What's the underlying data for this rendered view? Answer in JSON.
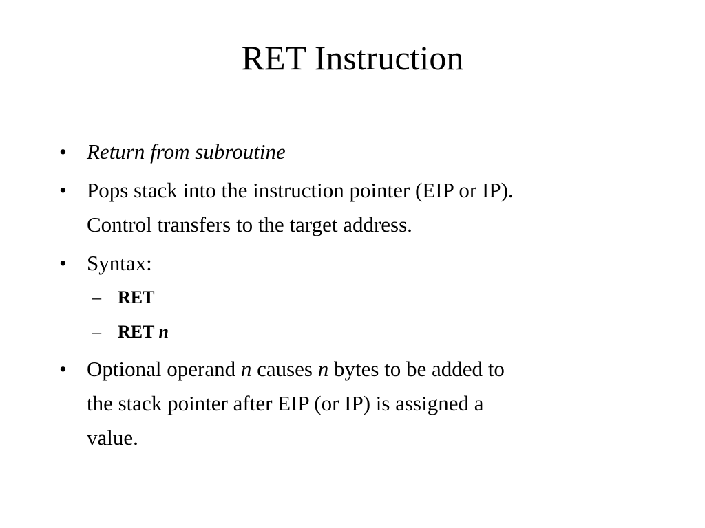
{
  "slide": {
    "title": "RET Instruction",
    "bullet_marker": "•",
    "sub_marker": "–",
    "bullets": [
      {
        "text": "Return from subroutine"
      },
      {
        "lines": [
          "Pops stack into the instruction pointer (EIP or IP).",
          "Control transfers to the target address."
        ]
      },
      {
        "text": "Syntax:",
        "sub": [
          {
            "text": "RET"
          },
          {
            "prefix": "RET ",
            "italic": "n"
          }
        ]
      },
      {
        "lines": [
          {
            "a": "Optional operand ",
            "n1": "n",
            "b": " causes ",
            "n2": "n",
            "c": " bytes to be added to"
          },
          "the stack pointer after EIP (or IP) is assigned a",
          "value."
        ]
      }
    ]
  }
}
